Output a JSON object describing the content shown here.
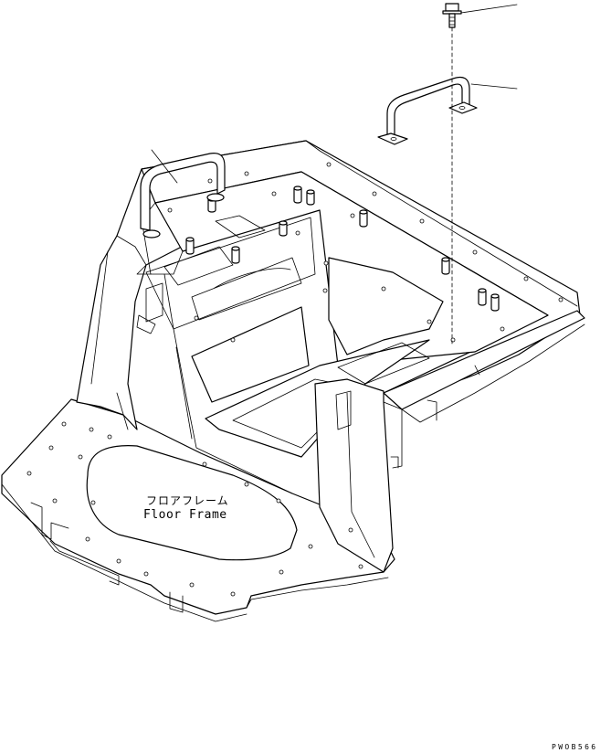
{
  "drawing": {
    "part_label_jp": "フロアフレーム",
    "part_label_en": "Floor Frame",
    "drawing_code": "PWOB566"
  },
  "callouts": [
    {
      "name": "bolt-callout"
    },
    {
      "name": "handrail-right-callout"
    },
    {
      "name": "handrail-left-callout"
    }
  ]
}
